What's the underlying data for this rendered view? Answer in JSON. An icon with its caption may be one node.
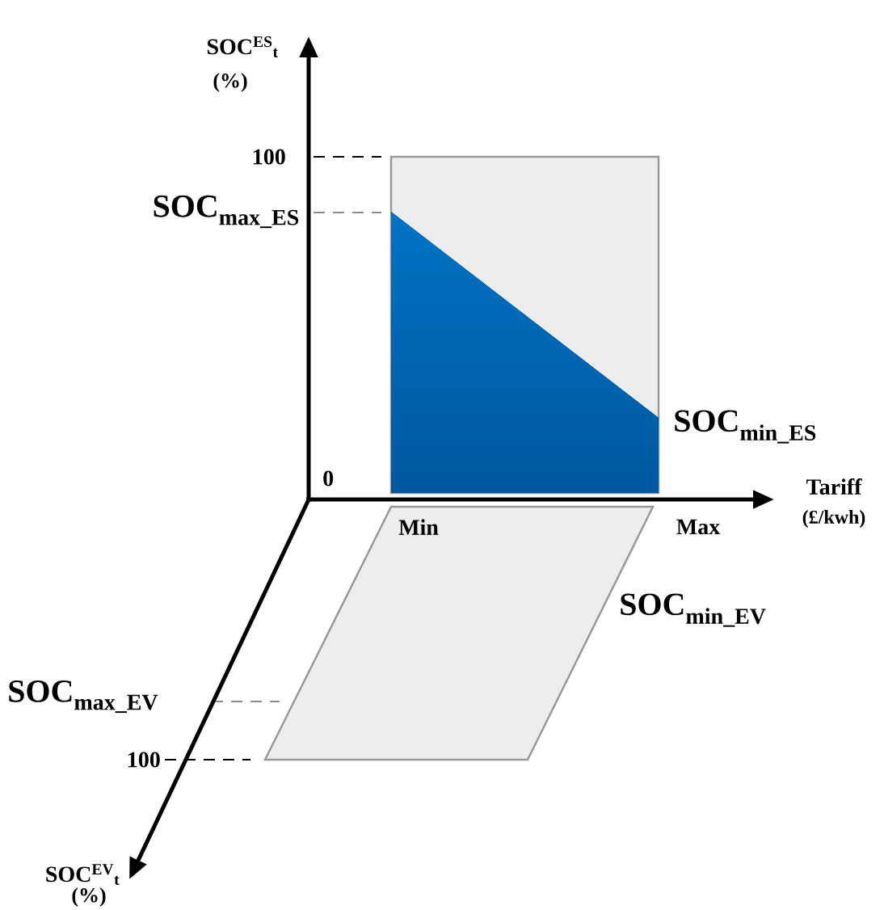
{
  "diagram": {
    "labels": [
      "SOC$^{ES}$$_{t}$",
      "(%)",
      "100",
      "SOC$_{max_ES}$",
      "SOC$_{min_ES}$",
      "0",
      "Tariff",
      "(£/kwh)",
      "Min",
      "Max",
      "SOC$_{min_EV}$",
      "SOC$_{max_EV}$",
      "100",
      "SOC$^{EV}$$_{t}$",
      "(%)"
    ]
  }
}
